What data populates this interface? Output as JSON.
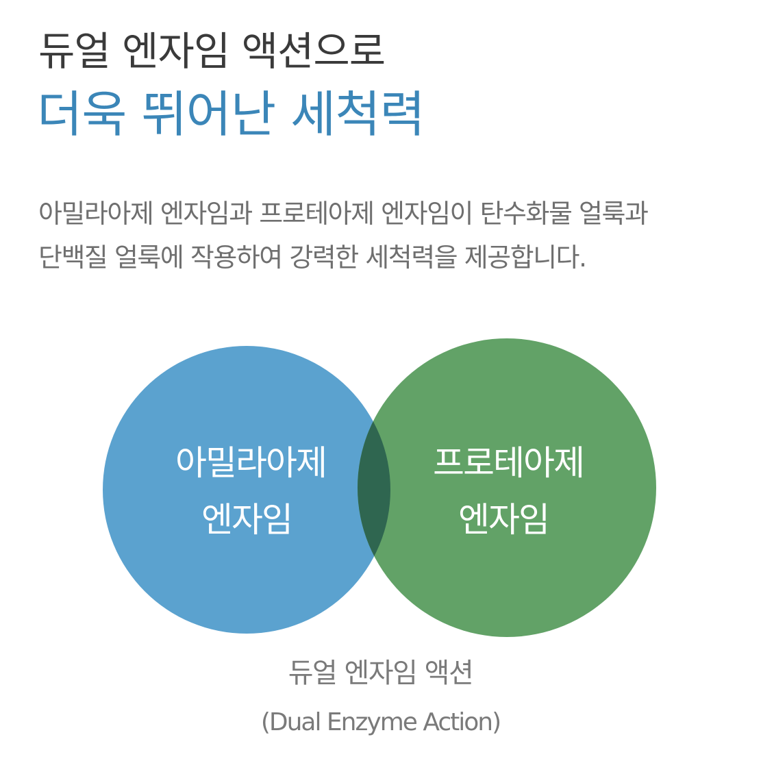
{
  "heading": {
    "line1": "듀얼 엔자임 액션으로",
    "line2": "더욱 뛰어난 세척력"
  },
  "description": {
    "line1": "아밀라아제 엔자임과 프로테아제 엔자임이 탄수화물 얼룩과",
    "line2": "단백질 얼룩에 작용하여 강력한 세척력을 제공합니다."
  },
  "venn": {
    "left": {
      "line1": "아밀라아제",
      "line2": "엔자임",
      "color": "#5ba2cf"
    },
    "right": {
      "line1": "프로테아제",
      "line2": "엔자임",
      "color": "#62a267"
    },
    "overlap_color": "#2f6650"
  },
  "caption": {
    "line1": "듀얼 엔자임 액션",
    "line2": "(Dual Enzyme Action)"
  }
}
